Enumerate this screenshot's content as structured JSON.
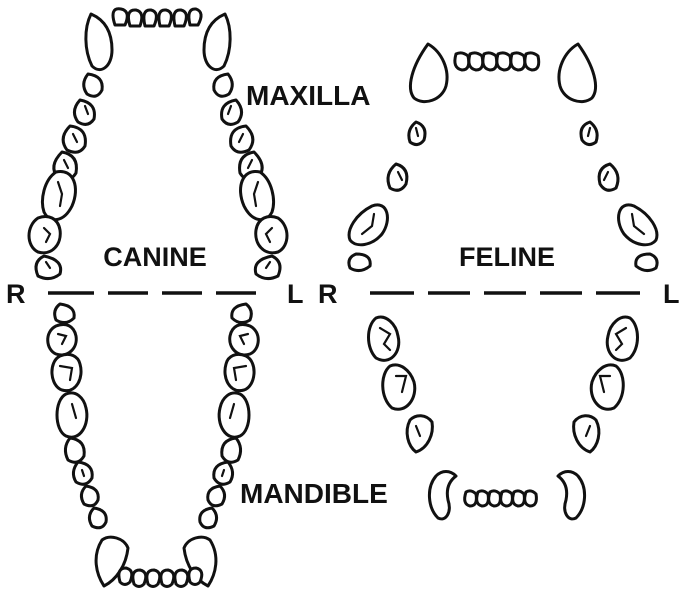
{
  "labels": {
    "maxilla": "MAXILLA",
    "mandible": "MANDIBLE",
    "canine": "CANINE",
    "feline": "FELINE",
    "canine_right": "R",
    "canine_left": "L",
    "feline_right": "R",
    "feline_left": "L"
  },
  "colors": {
    "ink": "#111111",
    "background": "#ffffff"
  }
}
